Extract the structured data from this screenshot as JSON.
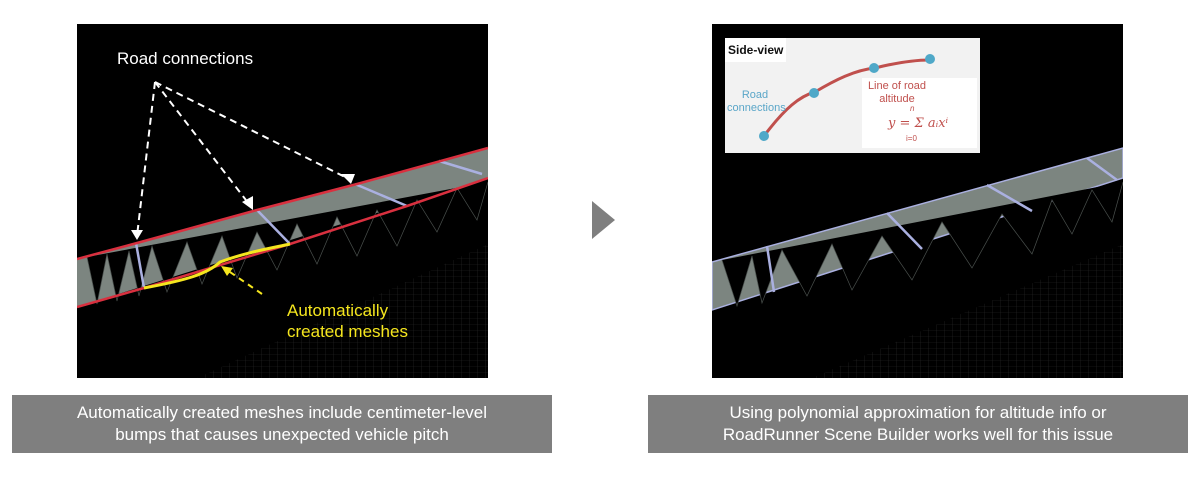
{
  "left_panel": {
    "road_connections_label": "Road connections",
    "auto_meshes_label": "Automatically\ncreated meshes"
  },
  "left_caption": "Automatically  created meshes include centimeter-level\nbumps  that causes unexpected vehicle pitch",
  "right_panel": {
    "inset": {
      "title": "Side-view",
      "road_connections_label": "Road connections",
      "altitude_label": "Line of road altitude",
      "equation": "y = Σ aᵢxⁱ",
      "sum_upper": "n",
      "sum_lower": "i=0"
    }
  },
  "right_caption": "Using polynomial  approximation  for altitude  info or\nRoadRunner Scene Builder works well  for this issue",
  "colors": {
    "road_edge": "#d9303f",
    "highlight": "#f5e61e",
    "connection": "#aab0e0",
    "caption_bg": "#7f7f7f",
    "curve": "#c0504d",
    "point": "#4fa8c8"
  }
}
